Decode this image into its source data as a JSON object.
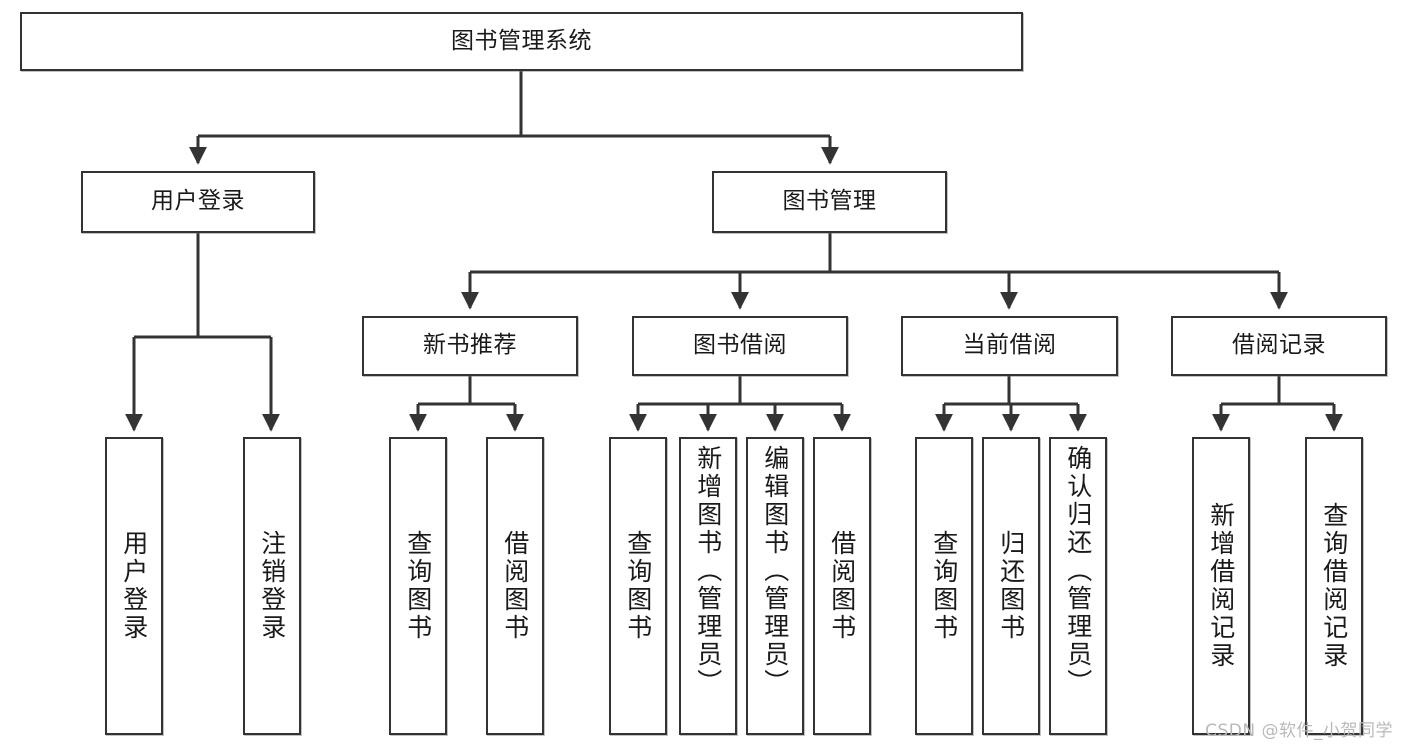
{
  "diagram": {
    "type": "tree-hierarchy-chart",
    "title": "图书管理系统",
    "watermark": "CSDN @软件_小贺同学",
    "colors": {
      "stroke": "#333333",
      "background": "#ffffff",
      "text": "#1a1a1a",
      "watermark": "#b9b9b9"
    },
    "levels": [
      {
        "level": 1,
        "nodes": [
          {
            "id": "root",
            "label": "图书管理系统",
            "orientation": "horizontal"
          }
        ]
      },
      {
        "level": 2,
        "nodes": [
          {
            "id": "user-login",
            "label": "用户登录",
            "orientation": "horizontal",
            "parent": "root"
          },
          {
            "id": "book-manage",
            "label": "图书管理",
            "orientation": "horizontal",
            "parent": "root"
          }
        ]
      },
      {
        "level": 3,
        "nodes": [
          {
            "id": "new-book-rec",
            "label": "新书推荐",
            "orientation": "horizontal",
            "parent": "book-manage"
          },
          {
            "id": "book-borrow",
            "label": "图书借阅",
            "orientation": "horizontal",
            "parent": "book-manage"
          },
          {
            "id": "current-borrow",
            "label": "当前借阅",
            "orientation": "horizontal",
            "parent": "book-manage"
          },
          {
            "id": "borrow-record",
            "label": "借阅记录",
            "orientation": "horizontal",
            "parent": "book-manage"
          }
        ]
      },
      {
        "level": 4,
        "nodes": [
          {
            "id": "leaf-user-login",
            "label": "用户登录",
            "orientation": "vertical",
            "parent": "user-login"
          },
          {
            "id": "leaf-user-logout",
            "label": "注销登录",
            "orientation": "vertical",
            "parent": "user-login"
          },
          {
            "id": "leaf-query-book-1",
            "label": "查询图书",
            "orientation": "vertical",
            "parent": "new-book-rec"
          },
          {
            "id": "leaf-borrow-book-1",
            "label": "借阅图书",
            "orientation": "vertical",
            "parent": "new-book-rec"
          },
          {
            "id": "leaf-query-book-2",
            "label": "查询图书",
            "orientation": "vertical",
            "parent": "book-borrow"
          },
          {
            "id": "leaf-add-book",
            "label": "新增图书（管理员）",
            "orientation": "vertical",
            "parent": "book-borrow"
          },
          {
            "id": "leaf-edit-book",
            "label": "编辑图书（管理员）",
            "orientation": "vertical",
            "parent": "book-borrow"
          },
          {
            "id": "leaf-borrow-book-2",
            "label": "借阅图书",
            "orientation": "vertical",
            "parent": "book-borrow"
          },
          {
            "id": "leaf-query-book-3",
            "label": "查询图书",
            "orientation": "vertical",
            "parent": "current-borrow"
          },
          {
            "id": "leaf-return-book",
            "label": "归还图书",
            "orientation": "vertical",
            "parent": "current-borrow"
          },
          {
            "id": "leaf-confirm-return",
            "label": "确认归还（管理员）",
            "orientation": "vertical",
            "parent": "current-borrow"
          },
          {
            "id": "leaf-add-record",
            "label": "新增借阅记录",
            "orientation": "vertical",
            "parent": "borrow-record"
          },
          {
            "id": "leaf-query-record",
            "label": "查询借阅记录",
            "orientation": "vertical",
            "parent": "borrow-record"
          }
        ]
      }
    ]
  }
}
